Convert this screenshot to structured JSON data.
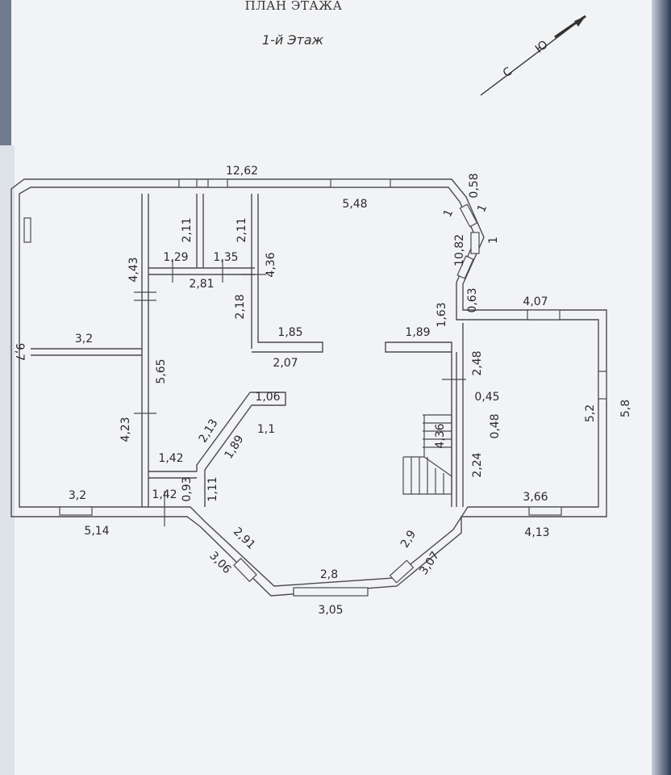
{
  "title": "ПЛАН ЭТАЖА",
  "subtitle": "1-й Этаж",
  "compass": {
    "south": "С",
    "north": "Ю"
  },
  "dimensions": {
    "d_12_62": "12,62",
    "d_5_48": "5,48",
    "d_0_58": "0,58",
    "d_1a": "1",
    "d_1b": "1",
    "d_1c": "1",
    "d_10_82": "10,82",
    "d_1_63": "1,63",
    "d_0_63": "0,63",
    "d_4_07": "4,07",
    "d_9_7": "9,7",
    "d_4_43": "4,43",
    "d_3_2a": "3,2",
    "d_2_11a": "2,11",
    "d_2_11b": "2,11",
    "d_1_29": "1,29",
    "d_1_35": "1,35",
    "d_2_81": "2,81",
    "d_4_36a": "4,36",
    "d_2_18": "2,18",
    "d_1_85": "1,85",
    "d_2_07": "2,07",
    "d_1_89a": "1,89",
    "d_2_48": "2,48",
    "d_0_45": "0,45",
    "d_0_48": "0,48",
    "d_5_2": "5,2",
    "d_5_8": "5,8",
    "d_5_65": "5,65",
    "d_4_23": "4,23",
    "d_1_06": "1,06",
    "d_1_1": "1,1",
    "d_2_13": "2,13",
    "d_1_89b": "1,89",
    "d_4_36b": "4,36",
    "d_2_24": "2,24",
    "d_1_42a": "1,42",
    "d_1_42b": "1,42",
    "d_0_93": "0,93",
    "d_1_11": "1,11",
    "d_3_2b": "3,2",
    "d_5_14": "5,14",
    "d_3_66": "3,66",
    "d_4_13": "4,13",
    "d_2_91": "2,91",
    "d_3_06": "3,06",
    "d_2_8": "2,8",
    "d_2_9": "2,9",
    "d_3_07": "3,07",
    "d_3_05": "3,05"
  }
}
